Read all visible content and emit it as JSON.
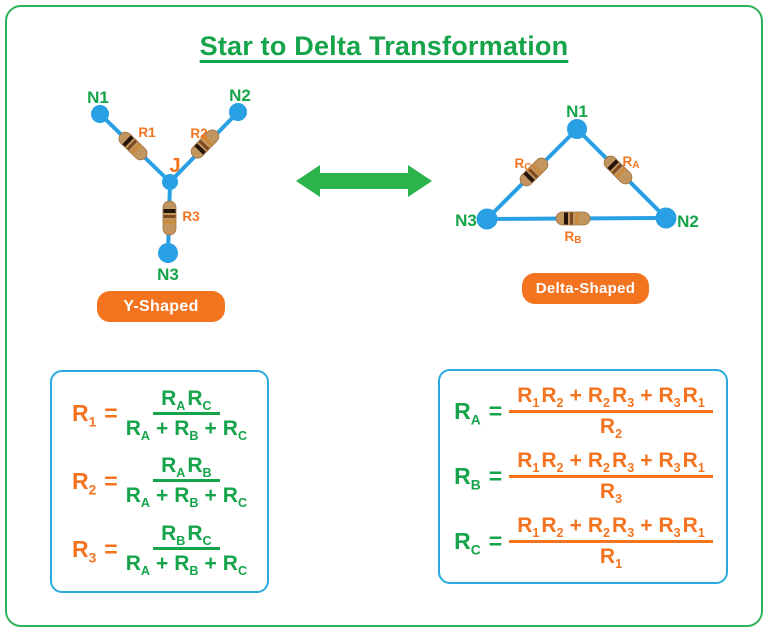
{
  "title": "Star to Delta Transformation",
  "colors": {
    "green_text": "#16a44b",
    "arrow_green": "#2cb34c",
    "wire_blue": "#29a0e3",
    "orange": "#f4731f",
    "formula_box_border": "#29abe2",
    "canvas_border": "#2eb457",
    "resistor_body": "#c2955e"
  },
  "star": {
    "caption": "Y-Shaped",
    "node_n1": "N1",
    "node_n2": "N2",
    "node_n3": "N3",
    "junction": "J",
    "resistor_r1": "R1",
    "resistor_r2": "R2",
    "resistor_r3": "R3"
  },
  "delta": {
    "caption": "Delta-Shaped",
    "node_n1": "N1",
    "node_n2": "N2",
    "node_n3": "N3",
    "resistor_ra_base": "R",
    "resistor_ra_sub": "A",
    "resistor_rb_base": "R",
    "resistor_rb_sub": "B",
    "resistor_rc_base": "R",
    "resistor_rc_sub": "C"
  },
  "formula_boxes": {
    "star_from_delta": {
      "rows": [
        {
          "lhs": [
            {
              "t": "R",
              "s": "1"
            }
          ],
          "eq": "=",
          "num": [
            {
              "t": "R",
              "s": "A"
            },
            {
              "t": "R",
              "s": "C"
            }
          ],
          "den": [
            {
              "t": "R",
              "s": "A"
            },
            {
              "t": "+"
            },
            {
              "t": "R",
              "s": "B"
            },
            {
              "t": "+"
            },
            {
              "t": "R",
              "s": "C"
            }
          ]
        },
        {
          "lhs": [
            {
              "t": "R",
              "s": "2"
            }
          ],
          "eq": "=",
          "num": [
            {
              "t": "R",
              "s": "A"
            },
            {
              "t": "R",
              "s": "B"
            }
          ],
          "den": [
            {
              "t": "R",
              "s": "A"
            },
            {
              "t": "+"
            },
            {
              "t": "R",
              "s": "B"
            },
            {
              "t": "+"
            },
            {
              "t": "R",
              "s": "C"
            }
          ]
        },
        {
          "lhs": [
            {
              "t": "R",
              "s": "3"
            }
          ],
          "eq": "=",
          "num": [
            {
              "t": "R",
              "s": "B"
            },
            {
              "t": "R",
              "s": "C"
            }
          ],
          "den": [
            {
              "t": "R",
              "s": "A"
            },
            {
              "t": "+"
            },
            {
              "t": "R",
              "s": "B"
            },
            {
              "t": "+"
            },
            {
              "t": "R",
              "s": "C"
            }
          ]
        }
      ]
    },
    "delta_from_star": {
      "rows": [
        {
          "lhs": [
            {
              "t": "R",
              "s": "A"
            }
          ],
          "eq": "=",
          "num": [
            {
              "t": "R",
              "s": "1"
            },
            {
              "t": "R",
              "s": "2"
            },
            {
              "t": "+"
            },
            {
              "t": "R",
              "s": "2"
            },
            {
              "t": "R",
              "s": "3"
            },
            {
              "t": "+"
            },
            {
              "t": "R",
              "s": "3"
            },
            {
              "t": "R",
              "s": "1"
            }
          ],
          "den": [
            {
              "t": "R",
              "s": "2"
            }
          ]
        },
        {
          "lhs": [
            {
              "t": "R",
              "s": "B"
            }
          ],
          "eq": "=",
          "num": [
            {
              "t": "R",
              "s": "1"
            },
            {
              "t": "R",
              "s": "2"
            },
            {
              "t": "+"
            },
            {
              "t": "R",
              "s": "2"
            },
            {
              "t": "R",
              "s": "3"
            },
            {
              "t": "+"
            },
            {
              "t": "R",
              "s": "3"
            },
            {
              "t": "R",
              "s": "1"
            }
          ],
          "den": [
            {
              "t": "R",
              "s": "3"
            }
          ]
        },
        {
          "lhs": [
            {
              "t": "R",
              "s": "C"
            }
          ],
          "eq": "=",
          "num": [
            {
              "t": "R",
              "s": "1"
            },
            {
              "t": "R",
              "s": "2"
            },
            {
              "t": "+"
            },
            {
              "t": "R",
              "s": "2"
            },
            {
              "t": "R",
              "s": "3"
            },
            {
              "t": "+"
            },
            {
              "t": "R",
              "s": "3"
            },
            {
              "t": "R",
              "s": "1"
            }
          ],
          "den": [
            {
              "t": "R",
              "s": "1"
            }
          ]
        }
      ]
    }
  }
}
